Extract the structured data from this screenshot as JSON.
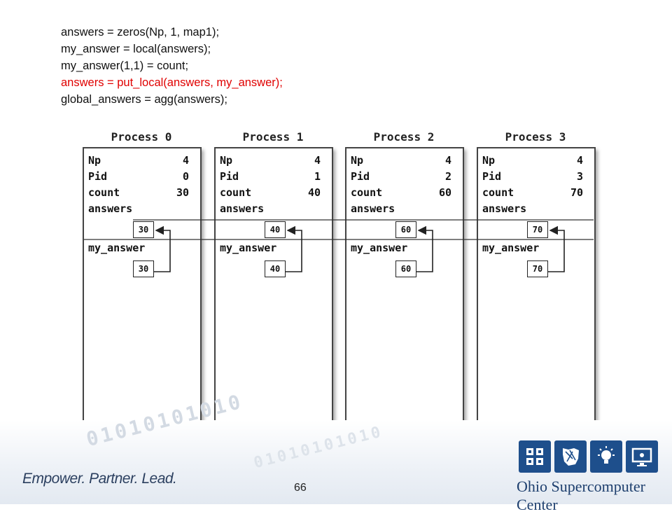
{
  "code": {
    "lines": [
      {
        "text": "answers = zeros(Np, 1, map1);",
        "highlight": false
      },
      {
        "text": "my_answer = local(answers);",
        "highlight": false
      },
      {
        "text": "my_answer(1,1) = count;",
        "highlight": false
      },
      {
        "text": "answers = put_local(answers, my_answer);",
        "highlight": true
      },
      {
        "text": "global_answers = agg(answers);",
        "highlight": false
      }
    ],
    "highlight_color": "#e00000"
  },
  "processes": [
    {
      "title": "Process 0",
      "np": "4",
      "pid": "0",
      "count": "30",
      "answers_cell": "30",
      "my_answer_cell": "30"
    },
    {
      "title": "Process 1",
      "np": "4",
      "pid": "1",
      "count": "40",
      "answers_cell": "40",
      "my_answer_cell": "40"
    },
    {
      "title": "Process 2",
      "np": "4",
      "pid": "2",
      "count": "60",
      "answers_cell": "60",
      "my_answer_cell": "60"
    },
    {
      "title": "Process 3",
      "np": "4",
      "pid": "3",
      "count": "70",
      "answers_cell": "70",
      "my_answer_cell": "70"
    }
  ],
  "labels": {
    "np": "Np",
    "pid": "Pid",
    "count": "count",
    "answers": "answers",
    "my_answer": "my_answer"
  },
  "footer": {
    "tagline": "Empower. Partner. Lead.",
    "page_number": "66",
    "org_name": "Ohio Supercomputer Center",
    "binary_watermark": "01010101010",
    "logo_icons": [
      "chip-grid-icon",
      "ohio-state-icon",
      "lightbulb-icon",
      "monitor-icon"
    ],
    "brand_color": "#1e4f8c"
  }
}
